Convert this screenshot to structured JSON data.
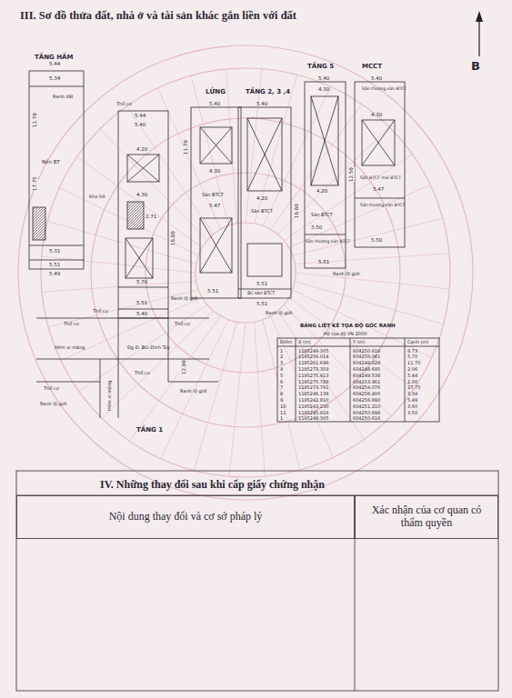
{
  "diagram": {
    "title": "III. Sơ đồ thửa đất, nhà ở và tài sản khác gắn liền với đất",
    "nodes": [
      {
        "text": [
          "Nội dung thay đổi và cơ sở pháp lý"
        ]
      },
      {
        "text": [
          "Xác nhận của cơ quan có thẩm quyền"
        ]
      }
    ],
    "labels": [
      "TẦNG HẦM",
      "LỬNG",
      "TẦNG 2, 3 ,4",
      "TẦNG 5",
      "MCCT",
      "TẦNG 1",
      "5.44",
      "5.34",
      "Nền BT",
      "17.75",
      "Ranh đất",
      "Khe hở",
      "5.31",
      "5.51",
      "5.49",
      "11.70",
      "5.44",
      "5.40",
      "Thổ cư",
      "4.20",
      "4.30",
      "2.71",
      "16.60",
      "5.70",
      "5.51",
      "5.40",
      "Ranh lộ giới",
      "Thổ cư",
      "Thổ cư",
      "Thổ cư",
      "Hẻm xi măng",
      "Đg Đ. Bùi Đình Túy",
      "12.00",
      "Thổ cư",
      "Thổ cư",
      "Ranh lộ giới",
      "Ranh lộ giới",
      "Hẻm xi măng",
      "5.40",
      "4.30",
      "Sân BTCT",
      "5.47",
      "5.51",
      "11.70",
      "5.40",
      "4.20",
      "Sân BTCT",
      "5.51",
      "5.51",
      "BC sàn BTCT",
      "Ranh lộ giới",
      "16.60",
      "5.40",
      "4.30",
      "4.20",
      "Sàn BTCT",
      "3.50",
      "Sân thượng sàn BTCT",
      "5.51",
      "Ranh lộ giới",
      "12.50",
      "5.40",
      "Sân thượng sàn BTCT",
      "4.30",
      "Sân BTCT mái BTCT",
      "5.47",
      "Sân thượng sàn BTCT",
      "5.50",
      "B",
      "IV. Những thay đổi sau khi cấp giấy chứng nhận",
      "BẢNG LIỆT KÊ TỌA ĐỘ GÓC RANH",
      "Hệ tọa độ VN 2000",
      "Điểm",
      "X (m)",
      "Y (m)",
      "Cạnh (m)",
      "1",
      "1195249.305",
      "604250.616",
      "8.73",
      "2",
      "1195256.014",
      "604250.081",
      "5.70",
      "3",
      "1195261.696",
      "604249.629",
      "11.70",
      "4",
      "1195273.359",
      "604248.695",
      "2.06",
      "5",
      "1195275.413",
      "604249.538",
      "5.44",
      "6",
      "1195275.788",
      "604253.961",
      "2.00",
      "7",
      "1195273.791",
      "604254.076",
      "27.75",
      "8",
      "1195246.138",
      "604256.400",
      "3.34",
      "9",
      "1195242.810",
      "604256.690",
      "5.49",
      "10",
      "1195243.230",
      "604251.210",
      "3.60",
      "11",
      "1195245.816",
      "604250.898",
      "3.50",
      "1",
      "1195249.305",
      "604250.616"
    ]
  }
}
